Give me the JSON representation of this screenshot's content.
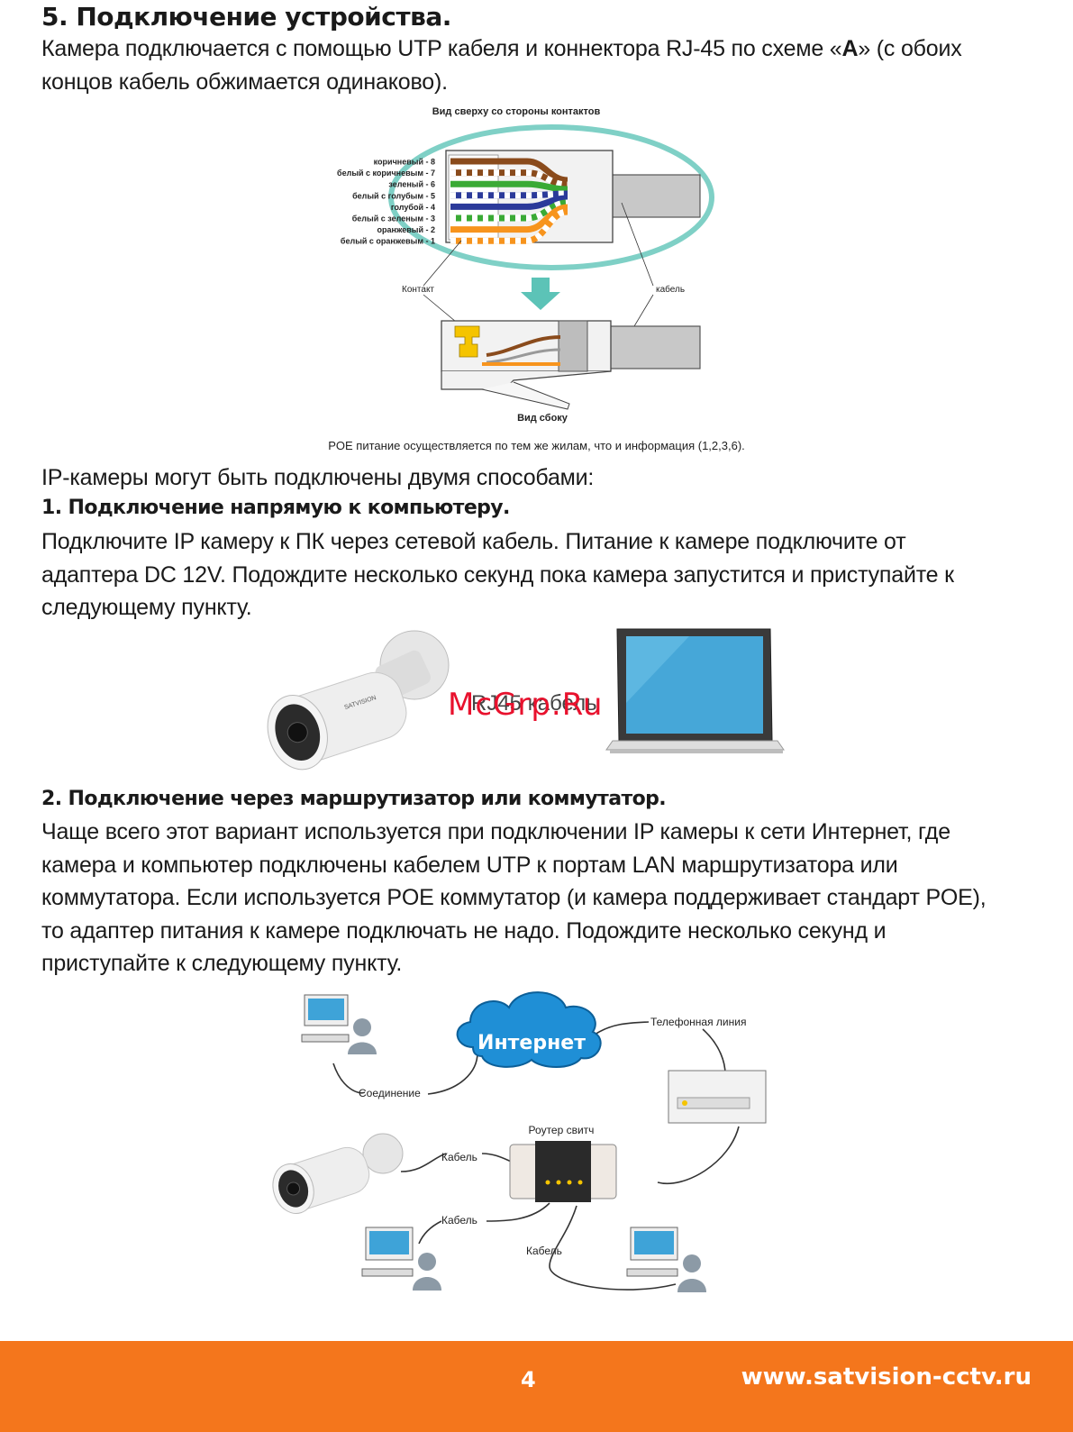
{
  "section": {
    "title": "5. Подключение устройства.",
    "intro_line1_before": "Камера подключается с помощью UTP кабеля и коннектора RJ-45 по схеме «",
    "intro_bold": "А",
    "intro_line1_after": "» (с обоих",
    "intro_line2": "концов кабель обжимается одинаково)."
  },
  "rj45_diagram": {
    "top_label": "Вид сверху со стороны контактов",
    "wires": [
      {
        "label": "коричневый - 8",
        "color": "#8a4b1c",
        "striped": false
      },
      {
        "label": "белый с коричневым - 7",
        "color": "#8a4b1c",
        "striped": true
      },
      {
        "label": "зеленый - 6",
        "color": "#3aaa35",
        "striped": false
      },
      {
        "label": "белый с голубым - 5",
        "color": "#2b3a9a",
        "striped": true
      },
      {
        "label": "голубой - 4",
        "color": "#2b3a9a",
        "striped": false
      },
      {
        "label": "белый с зеленым - 3",
        "color": "#3aaa35",
        "striped": true
      },
      {
        "label": "оранжевый - 2",
        "color": "#f7941d",
        "striped": false
      },
      {
        "label": "белый с оранжевым - 1",
        "color": "#f7941d",
        "striped": true
      }
    ],
    "contact_label": "Контакт",
    "cable_label": "кабель",
    "side_label": "Вид сбоку",
    "highlight_color": "#7fd0c6",
    "arrow_color": "#5cc3b7",
    "contact_color": "#f5c400"
  },
  "poe_caption": "POE питание осуществляется по тем же жилам, что и информация (1,2,3,6).",
  "ways": {
    "heading": "IP-камеры могут быть подключены двумя способами:",
    "direct": {
      "title": "1. Подключение напрямую к компьютеру.",
      "lines": [
        "Подключите IP камеру к ПК через сетевой кабель. Питание к камере подключите от",
        "адаптера DC 12V. Подождите несколько секунд пока камера запустится и приступайте к",
        "следующему пункту."
      ],
      "image_label": "RJ45 кабель",
      "watermark": "McGrp.Ru",
      "camera_brand": "SATVISION"
    },
    "router": {
      "title": "2. Подключение через маршрутизатор или коммутатор.",
      "lines": [
        "Чаще всего этот вариант используется при подключении IP камеры к сети Интернет, где",
        "камера и компьютер подключены кабелем UTP к портам LAN маршрутизатора или",
        "коммутатора. Если используется POE коммутатор (и камера поддерживает стандарт POE),",
        "то адаптер питания к камере подключать не надо. Подождите несколько секунд и",
        "приступайте к следующему пункту."
      ]
    }
  },
  "network_diagram": {
    "internet": "Интернет",
    "phone_line": "Телефонная линия",
    "connection": "Соединение",
    "router_switch": "Роутер свитч",
    "cable_1": "Кабель",
    "cable_2": "Кабель",
    "cable_3": "Кабель",
    "cloud_color": "#1f8fd6"
  },
  "footer": {
    "page_number": "4",
    "website": "www.satvision-cctv.ru",
    "color": "#f4761c"
  }
}
